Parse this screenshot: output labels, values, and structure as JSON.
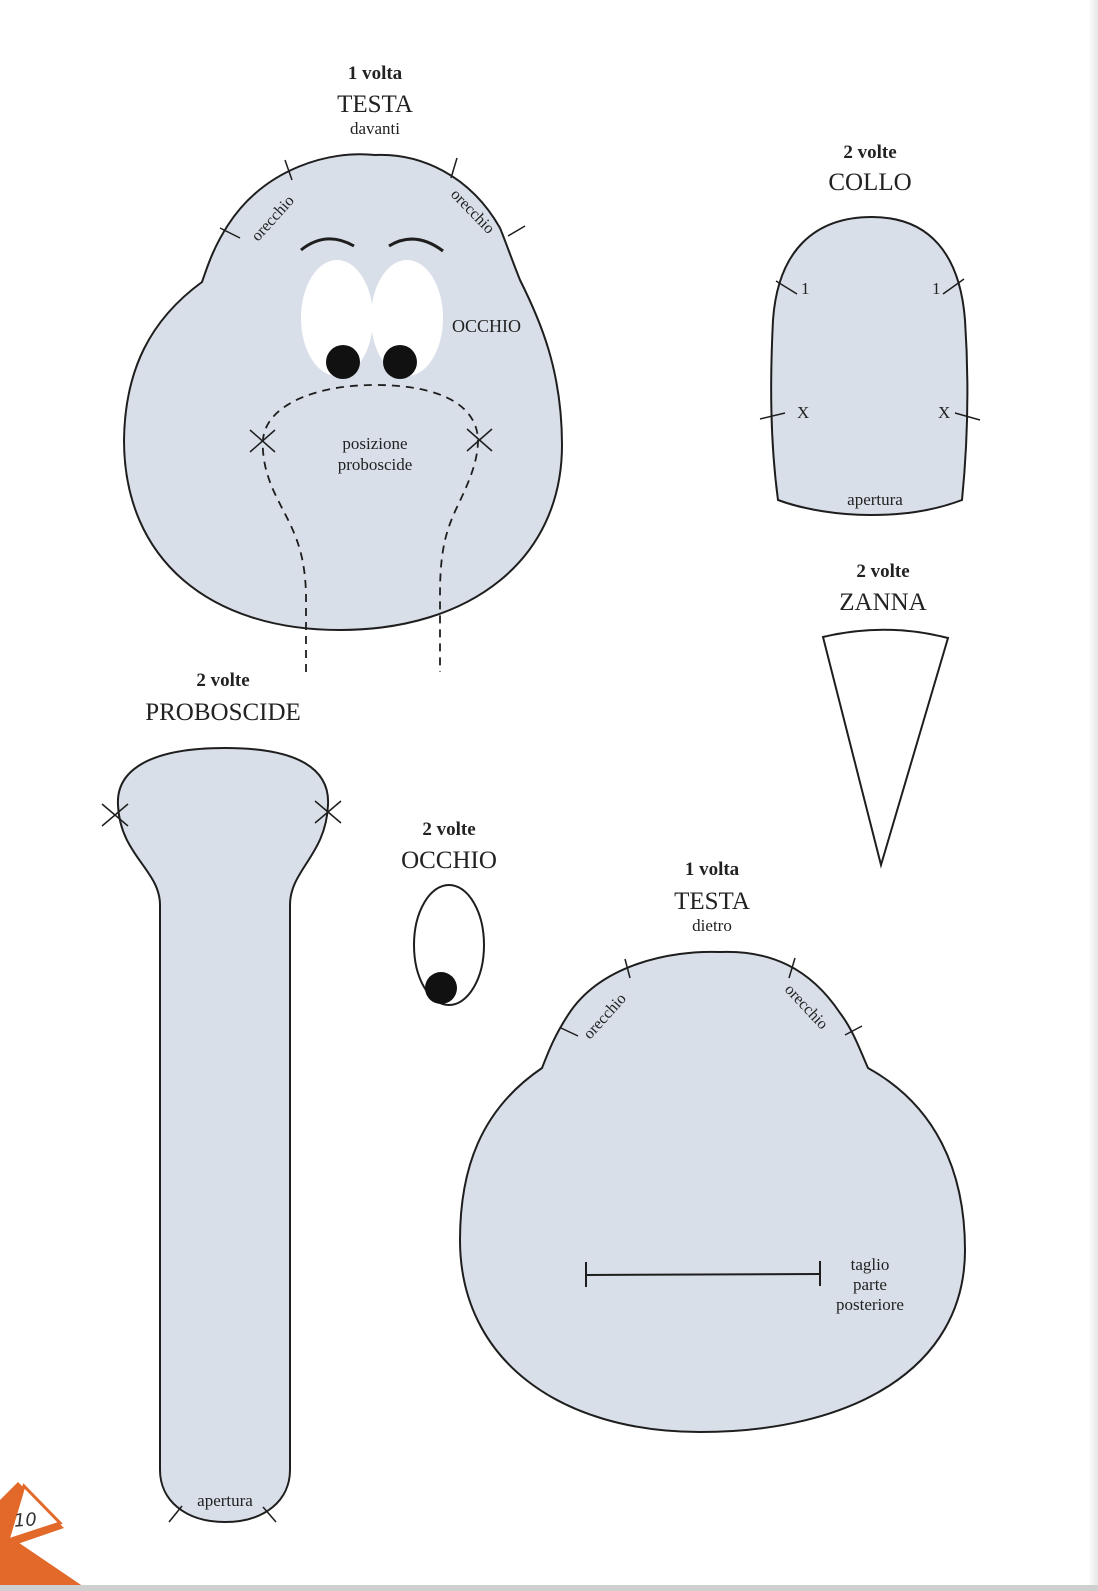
{
  "page_number": "10",
  "colors": {
    "fabric_fill": "#d9dfe8",
    "outline": "#1e1e1e",
    "accent_orange": "#e2692a"
  },
  "pieces": {
    "head_front": {
      "count": "1 volta",
      "title": "TESTA",
      "subtitle": "davanti",
      "ear_left": "orecchio",
      "ear_right": "orecchio",
      "eye_label": "OCCHIO",
      "trunk_position": [
        "posizione",
        "proboscide"
      ]
    },
    "neck": {
      "count": "2 volte",
      "title": "COLLO",
      "mark_1_left": "1",
      "mark_1_right": "1",
      "mark_x_left": "X",
      "mark_x_right": "X",
      "opening": "apertura"
    },
    "tusk": {
      "count": "2 volte",
      "title": "ZANNA"
    },
    "trunk": {
      "count": "2 volte",
      "title": "PROBOSCIDE",
      "opening": "apertura"
    },
    "eye": {
      "count": "2 volte",
      "title": "OCCHIO"
    },
    "head_back": {
      "count": "1 volta",
      "title": "TESTA",
      "subtitle": "dietro",
      "ear_left": "orecchio",
      "ear_right": "orecchio",
      "cut_note": [
        "taglio",
        "parte",
        "posteriore"
      ]
    }
  }
}
